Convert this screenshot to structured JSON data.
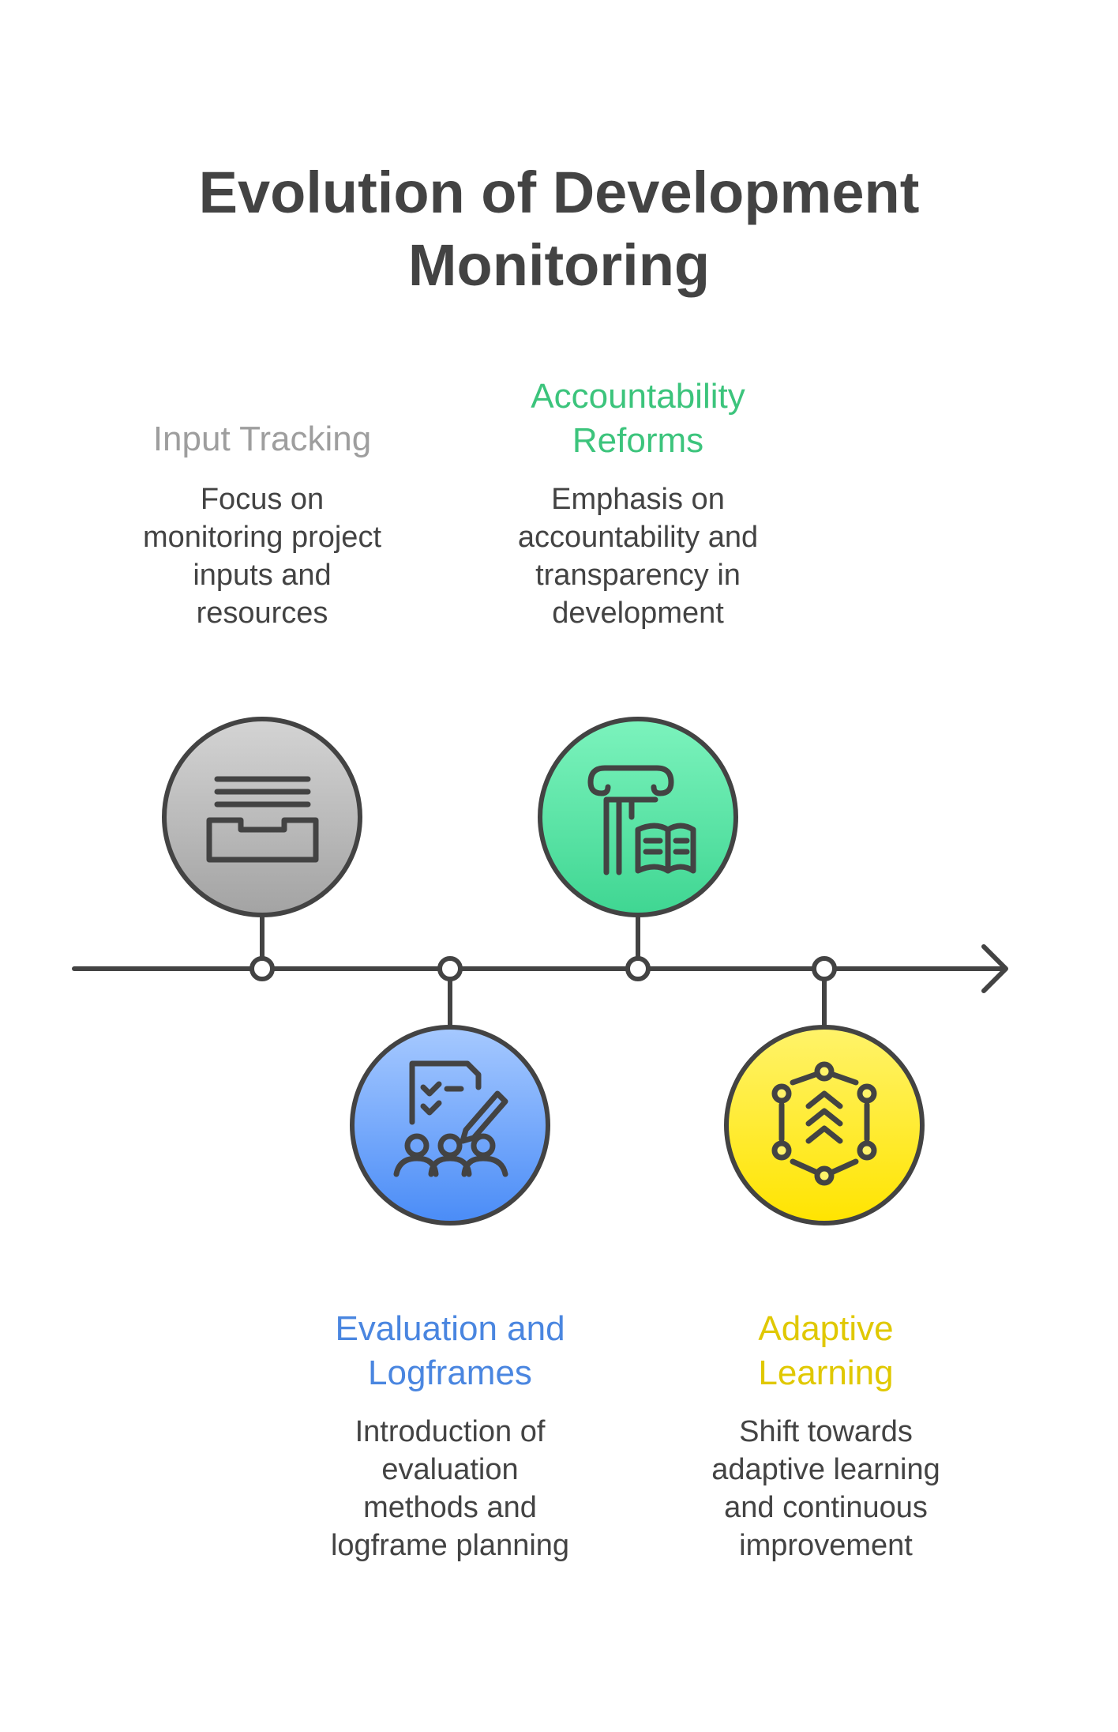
{
  "title": {
    "line1": "Evolution of Development",
    "line2": "Monitoring"
  },
  "colors": {
    "line": "#434343",
    "input_tracking": "#9e9e9e",
    "accountability": "#3cc47c",
    "evaluation": "#4a86e0",
    "adaptive": "#e0c800"
  },
  "stages": [
    {
      "id": "input-tracking",
      "heading": [
        "Input Tracking"
      ],
      "description": [
        "Focus on",
        "monitoring project",
        "inputs and",
        "resources"
      ],
      "icon": "inbox-tray-icon",
      "position": "above"
    },
    {
      "id": "evaluation-logframes",
      "heading": [
        "Evaluation and",
        "Logframes"
      ],
      "description": [
        "Introduction of",
        "evaluation",
        "methods and",
        "logframe planning"
      ],
      "icon": "checklist-team-icon",
      "position": "below"
    },
    {
      "id": "accountability-reforms",
      "heading": [
        "Accountability",
        "Reforms"
      ],
      "description": [
        "Emphasis on",
        "accountability and",
        "transparency in",
        "development"
      ],
      "icon": "pillar-book-icon",
      "position": "above"
    },
    {
      "id": "adaptive-learning",
      "heading": [
        "Adaptive",
        "Learning"
      ],
      "description": [
        "Shift towards",
        "adaptive learning",
        "and continuous",
        "improvement"
      ],
      "icon": "network-chevrons-icon",
      "position": "below"
    }
  ]
}
